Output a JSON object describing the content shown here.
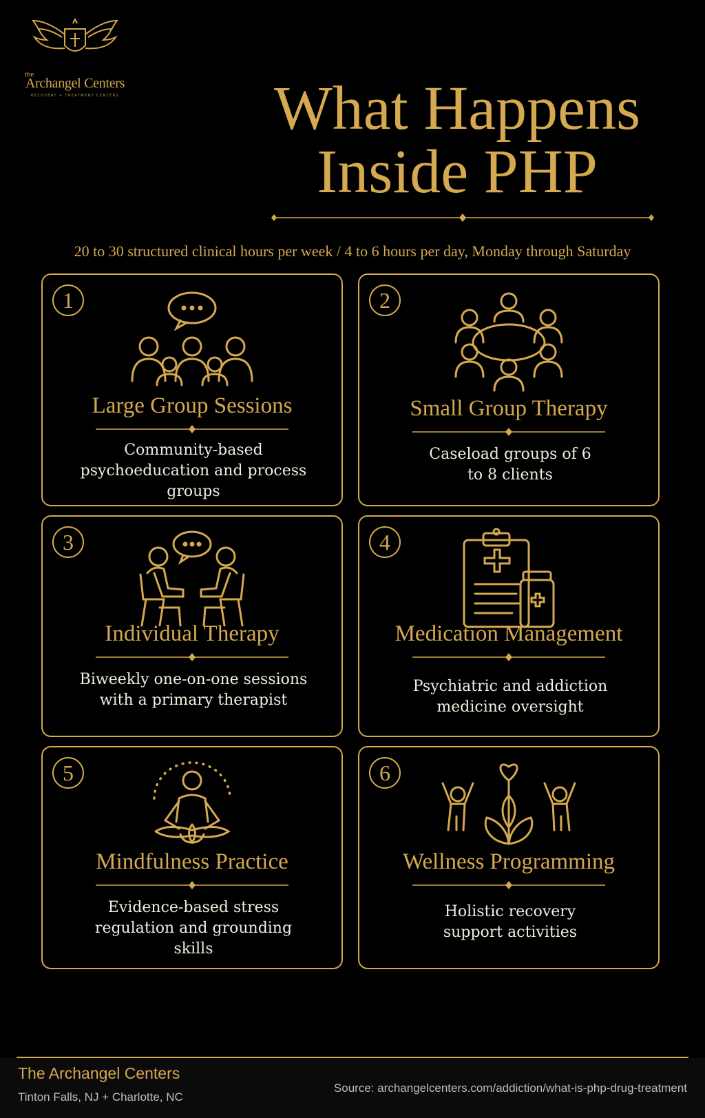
{
  "brand": {
    "logo_the": "the",
    "logo_name": "Archangel Centers",
    "logo_tagline": "RECOVERY + TREATMENT CENTERS"
  },
  "header": {
    "title_line1": "What Happens",
    "title_line2": "Inside PHP",
    "subtitle": "20 to 30 structured clinical hours per week / 4 to 6 hours per day, Monday through Saturday"
  },
  "cards": [
    {
      "number": "1",
      "title": "Large Group Sessions",
      "description": "Community-based psychoeducation and process groups",
      "icon": "group-chat-icon"
    },
    {
      "number": "2",
      "title": "Small Group Therapy",
      "description": "Caseload groups of 6 to 8 clients",
      "icon": "circle-group-icon"
    },
    {
      "number": "3",
      "title": "Individual Therapy",
      "description": "Biweekly one-on-one sessions with a primary therapist",
      "icon": "one-on-one-icon"
    },
    {
      "number": "4",
      "title": "Medication Management",
      "description": "Psychiatric and addiction medicine oversight",
      "icon": "clipboard-medicine-icon"
    },
    {
      "number": "5",
      "title": "Mindfulness Practice",
      "description": "Evidence-based stress regulation and grounding skills",
      "icon": "meditation-icon"
    },
    {
      "number": "6",
      "title": "Wellness Programming",
      "description": "Holistic recovery support activities",
      "icon": "wellness-flower-icon"
    }
  ],
  "footer": {
    "org_name": "The Archangel Centers",
    "locations": "Tinton Falls, NJ + Charlotte, NC",
    "source": "Source: archangelcenters.com/addiction/what-is-php-drug-treatment"
  },
  "colors": {
    "accent": "#d4a94f",
    "background": "#000000"
  }
}
